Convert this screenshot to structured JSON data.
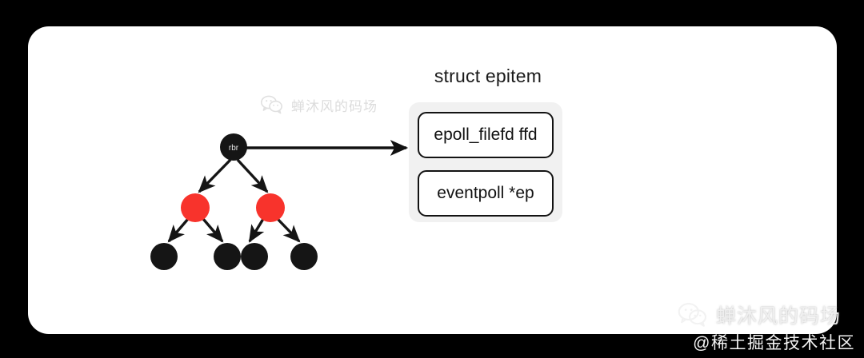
{
  "canvas": {
    "background_color": "#000000",
    "card_color": "#ffffff"
  },
  "diagram": {
    "title": "struct epitem",
    "title_color": "#1a1a1a",
    "fields": [
      {
        "label": "epoll_filefd ffd"
      },
      {
        "label": "eventpoll *ep"
      }
    ],
    "field_group_color": "#f1f1f1",
    "tree": {
      "root": {
        "label": "rbr",
        "color": "#151515",
        "text_color": "#e8e8e8"
      },
      "red_color": "#f8332c",
      "black_color": "#151515",
      "level2": [
        {
          "label": "",
          "color": "red"
        },
        {
          "label": "",
          "color": "red"
        }
      ],
      "level3": [
        {
          "label": "",
          "color": "black"
        },
        {
          "label": "",
          "color": "black"
        },
        {
          "label": "",
          "color": "black"
        },
        {
          "label": "",
          "color": "black"
        }
      ]
    },
    "arrow": {
      "from": "rbr",
      "to": "epoll_filefd ffd",
      "color": "#111111"
    }
  },
  "watermarks": {
    "center": {
      "text": "蝉沐风的码场",
      "icon": "wechat-icon",
      "color": "#dcdcdc"
    },
    "corner": {
      "text": "蝉沐风的码场",
      "subtext": "@稀土掘金技术社区",
      "icon": "wechat-icon",
      "color": "#f0f0f0"
    }
  }
}
